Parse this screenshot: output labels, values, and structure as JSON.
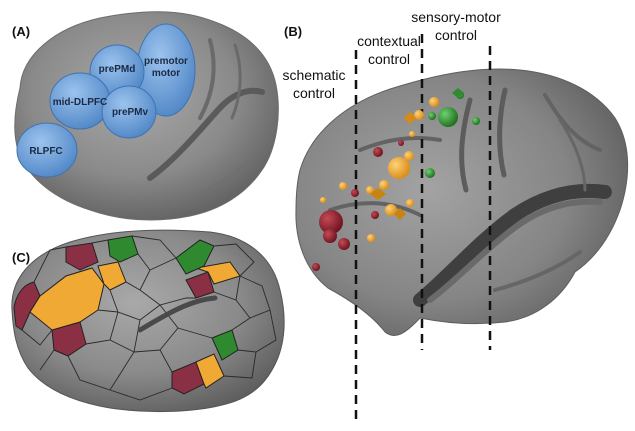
{
  "panels": {
    "a": {
      "label": "(A)",
      "regions": {
        "premotor_line1": "premotor",
        "premotor_line2": "motor",
        "prepmd": "prePMd",
        "mid_dlpfc": "mid-DLPFC",
        "prepmv": "prePMv",
        "rlpfc": "RLPFC"
      }
    },
    "b": {
      "label": "(B)",
      "annotations": {
        "schematic_line1": "schematic",
        "schematic_line2": "control",
        "contextual_line1": "contextual",
        "contextual_line2": "control",
        "sensory_line1": "sensory-motor",
        "sensory_line2": "control"
      }
    },
    "c": {
      "label": "(C)"
    }
  },
  "colors": {
    "blue_region": "#6fa2da",
    "schematic": "#8b2230",
    "contextual": "#f2a93b",
    "sensory_motor": "#2e8b2e",
    "brain": "#8a8a8a",
    "sulcus": "#555555"
  }
}
